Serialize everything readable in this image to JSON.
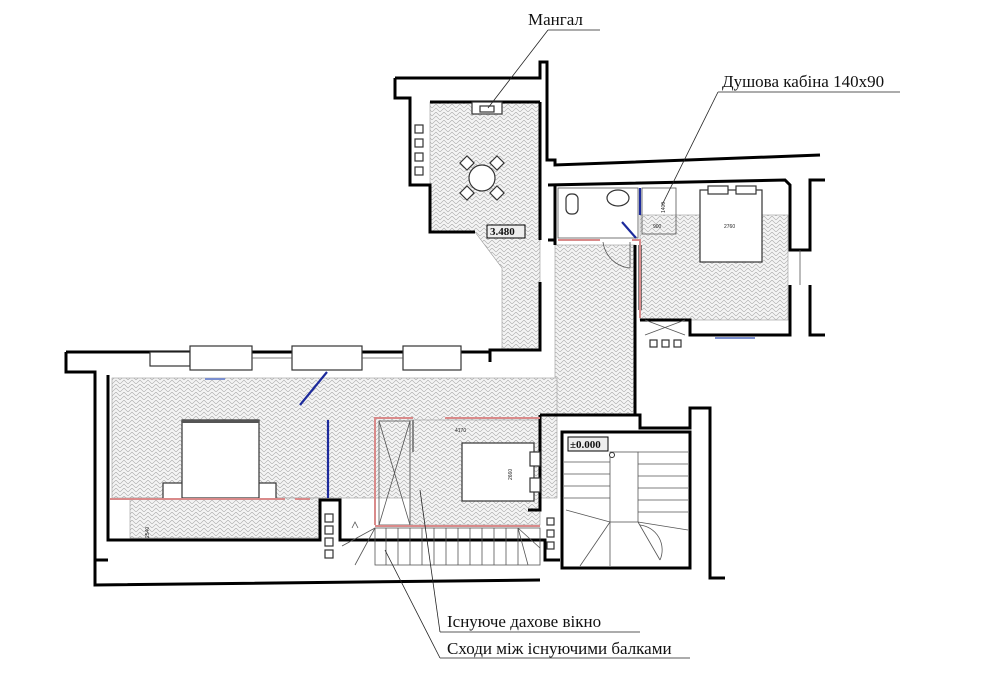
{
  "annotations": {
    "bbq": "Мангал",
    "shower": "Душова кабіна 140x90",
    "roof_window": "Існуюче дахове вікно",
    "stairs": "Сходи між існуючими балками"
  },
  "levels": {
    "upper": "3.480",
    "ground": "±0.000"
  },
  "dimensions": {
    "shower_length": "1400",
    "shower_width": "900",
    "bed_top_right": "2760",
    "room_middle": "4170",
    "bed_middle": "2660",
    "room_left": "2540"
  }
}
